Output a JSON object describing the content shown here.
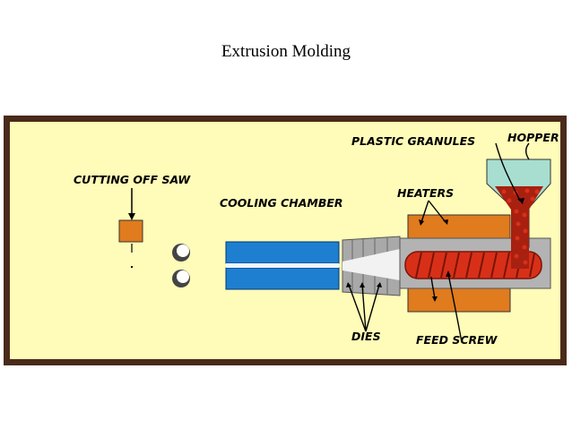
{
  "title": "Extrusion Molding",
  "labels": {
    "plastic_granules": "PLASTIC GRANULES",
    "hopper": "HOPPER",
    "cutting_off_saw": "CUTTING OFF SAW",
    "heaters": "HEATERS",
    "cooling_chamber": "COOLING CHAMBER",
    "dies": "DIES",
    "feed_screw": "FEED SCREW"
  },
  "colors": {
    "background_panel": "#fffbb8",
    "frame": "#4a2a1a",
    "heater": "#e07b1e",
    "cooling_water": "#1e7fd0",
    "screw": "#d83018",
    "granules": "#a82010",
    "hopper": "#a8ded0",
    "barrel": "#b3b3b3"
  }
}
